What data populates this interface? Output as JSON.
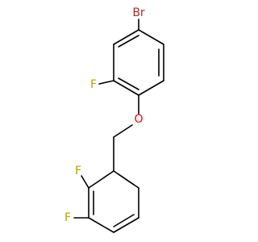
{
  "molecule": {
    "atoms": [
      {
        "id": "Br",
        "label": "Br",
        "color": "#a52a2a"
      },
      {
        "id": "F1",
        "label": "F",
        "color": "#aaaa00"
      },
      {
        "id": "O",
        "label": "O",
        "color": "#ff0000"
      },
      {
        "id": "F2",
        "label": "F",
        "color": "#aaaa00"
      },
      {
        "id": "F3",
        "label": "F",
        "color": "#aaaa00"
      }
    ],
    "colors": {
      "bond": "#000000",
      "background": "#ffffff"
    }
  }
}
